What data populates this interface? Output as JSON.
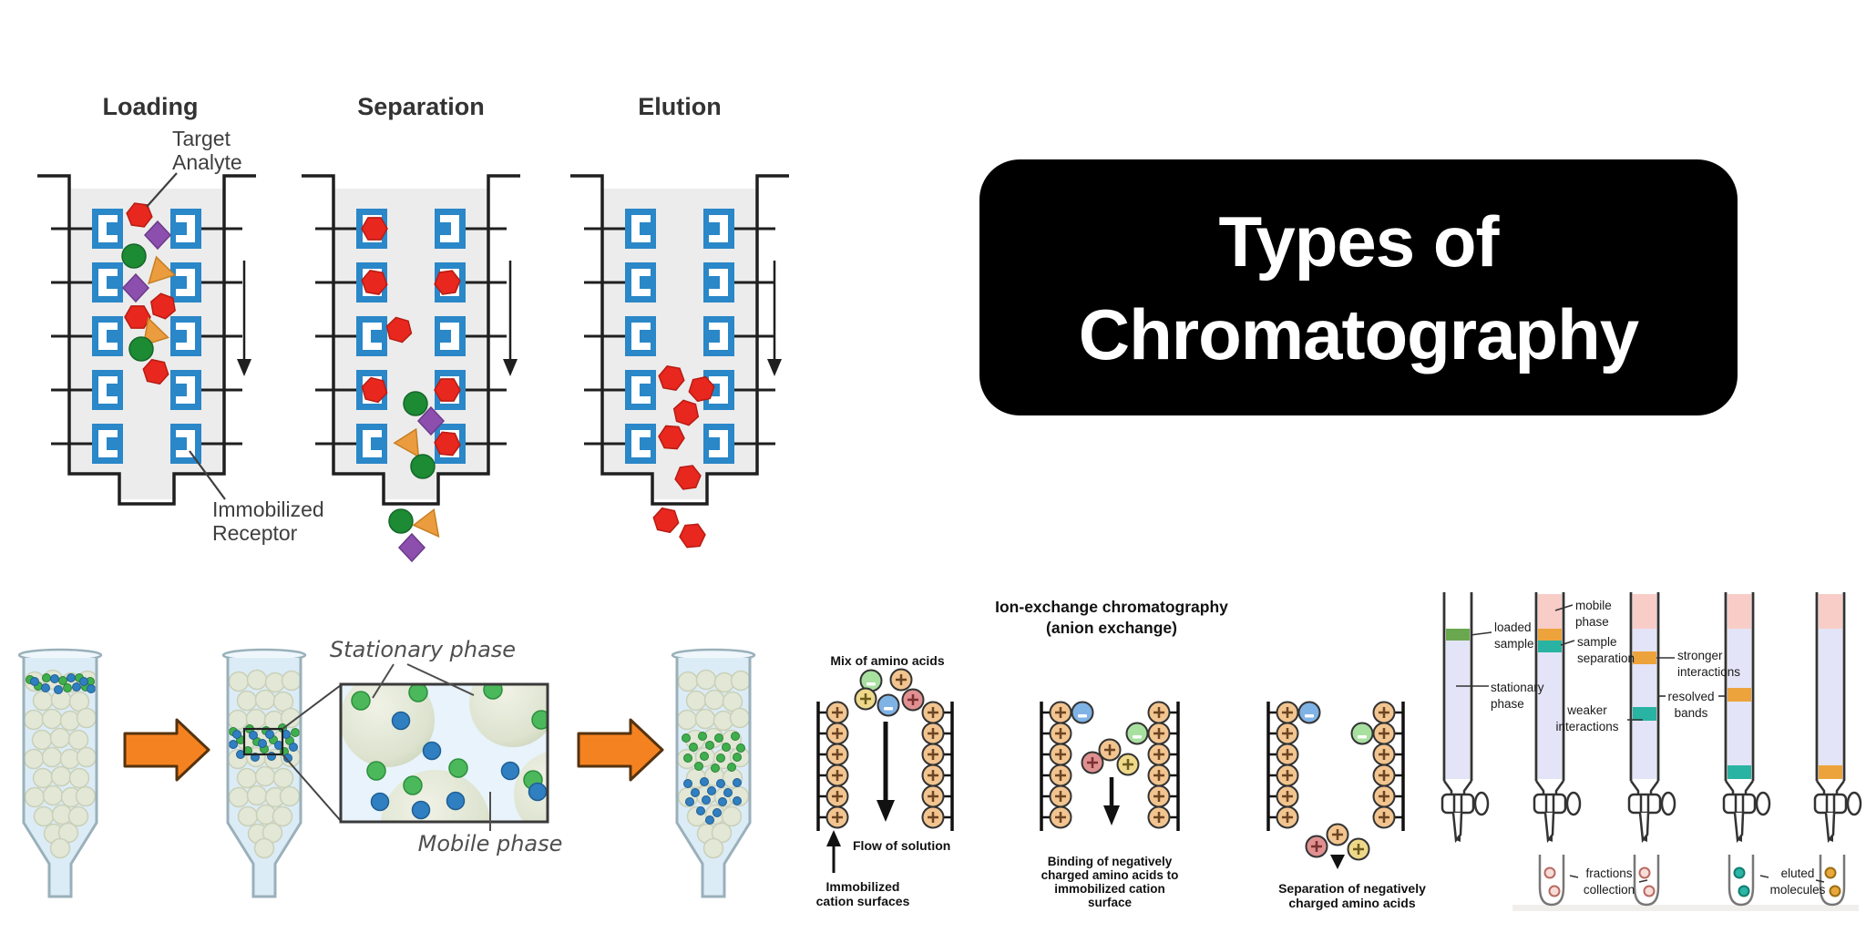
{
  "affinity": {
    "stage_loading": "Loading",
    "stage_separation": "Separation",
    "stage_elution": "Elution",
    "target_analyte_label": "Target Analyte",
    "immobilized_receptor_label": "Immobilized Receptor",
    "colors": {
      "receptor_blue": "#2a87c8",
      "analyte_red": "#e8271e",
      "diamond_purple": "#8c4fae",
      "circle_green": "#1d8a34",
      "triangle_orange": "#eb9c3e",
      "column_fill": "#ececec"
    }
  },
  "title_card": {
    "line1": "Types of",
    "line2": "Chromatography",
    "background": "#000000",
    "text_color": "#ffffff"
  },
  "size_exclusion": {
    "stationary_phase_label": "Stationary phase",
    "mobile_phase_label": "Mobile phase",
    "colors": {
      "arrow_orange": "#f58220",
      "bead_green": "#3faf4e",
      "bead_blue": "#2f7fc1",
      "matrix_bead": "#e2e7d6",
      "liquid_blue": "#dcecf7"
    }
  },
  "ion_exchange": {
    "title": "Ion-exchange chromatography",
    "subtitle": "(anion exchange)",
    "mix_label": "Mix of amino acids",
    "flow_label": "Flow of solution",
    "surfaces_label": "Immobilized cation surfaces",
    "binding_label": "Binding of negatively charged amino acids to immobilized cation surface",
    "separation_label": "Separation of negatively charged amino acids",
    "colors": {
      "cation_tan": "#f2c48f",
      "anion_blue": "#7fb2e5",
      "anion_green": "#a8e0a0",
      "cation_yellow": "#eed98a",
      "cation_red": "#e09090"
    }
  },
  "column_chromatography": {
    "loaded_sample": "loaded sample",
    "stationary_phase": "stationary phase",
    "mobile_phase": "mobile phase",
    "sample_separation": "sample separation",
    "stronger_interactions": "stronger interactions",
    "weaker_interactions": "weaker interactions",
    "resolved_bands": "resolved bands",
    "fractions_collection": "fractions collection",
    "eluted_molecules": "eluted molecules",
    "colors": {
      "mobile_pink": "#f9cdc7",
      "stationary_lavender": "#e4e4f8",
      "loaded_green": "#6aa84f",
      "band_orange": "#eda33b",
      "band_teal": "#29b3a2"
    }
  }
}
